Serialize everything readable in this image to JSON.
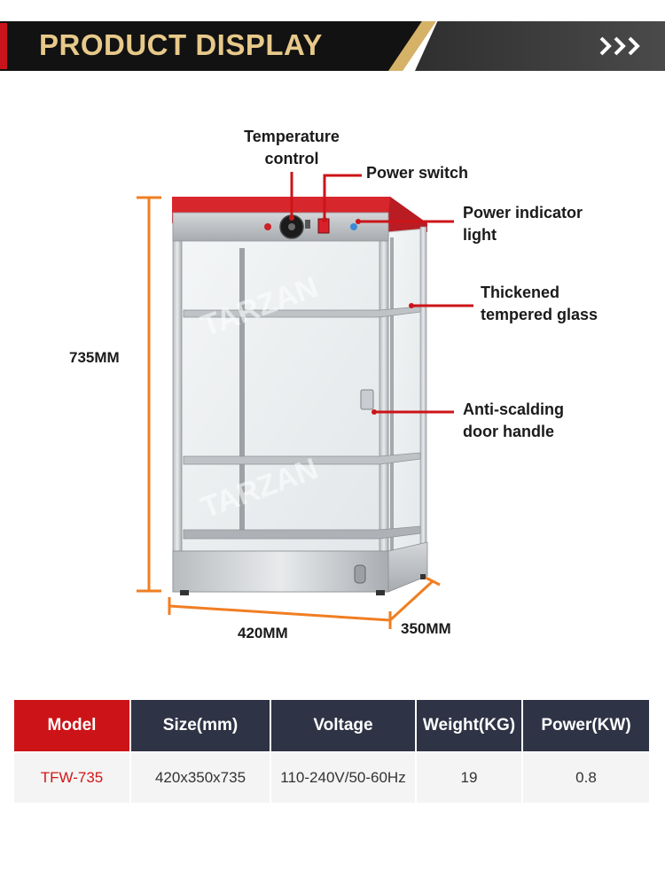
{
  "header": {
    "title": "PRODUCT DISPLAY",
    "arrows_icon": "triple-chevron-right-icon"
  },
  "watermark": "TARZAN",
  "callouts": {
    "temperature_control_line1": "Temperature",
    "temperature_control_line2": "control",
    "power_switch": "Power switch",
    "power_indicator_line1": "Power indicator",
    "power_indicator_line2": "light",
    "glass_line1": "Thickened",
    "glass_line2": "tempered glass",
    "handle_line1": "Anti-scalding",
    "handle_line2": "door handle"
  },
  "dimensions": {
    "height": "735MM",
    "width": "420MM",
    "depth": "350MM"
  },
  "colors": {
    "accent_red": "#cc1418",
    "header_gold": "#e7c98a",
    "dimension_orange": "#f07e22",
    "table_header": "#2e3345"
  },
  "spec_table": {
    "headers": [
      "Model",
      "Size(mm)",
      "Voltage",
      "Weight(KG)",
      "Power(KW)"
    ],
    "row": [
      "TFW-735",
      "420x350x735",
      "110-240V/50-60Hz",
      "19",
      "0.8"
    ]
  }
}
